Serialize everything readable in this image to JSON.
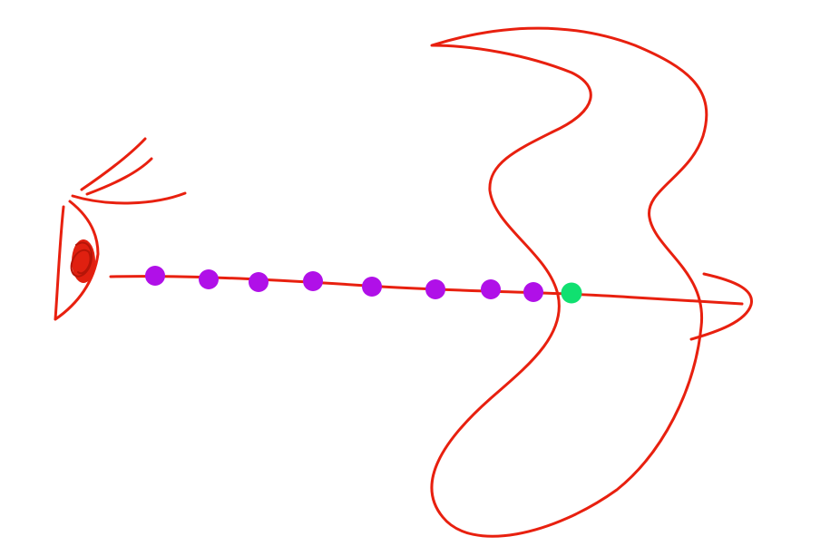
{
  "diagram": {
    "background_color": "#ffffff",
    "stroke_color": "#e8200f",
    "pupil_color": "#e02010",
    "sample_point_color": "#b010e8",
    "hit_point_color": "#10e070",
    "elements": {
      "eye": "eye-icon",
      "ray": "ray-line",
      "shape": "closed-curve-shape",
      "sample_points_count": 8,
      "hit_points_count": 1
    }
  }
}
